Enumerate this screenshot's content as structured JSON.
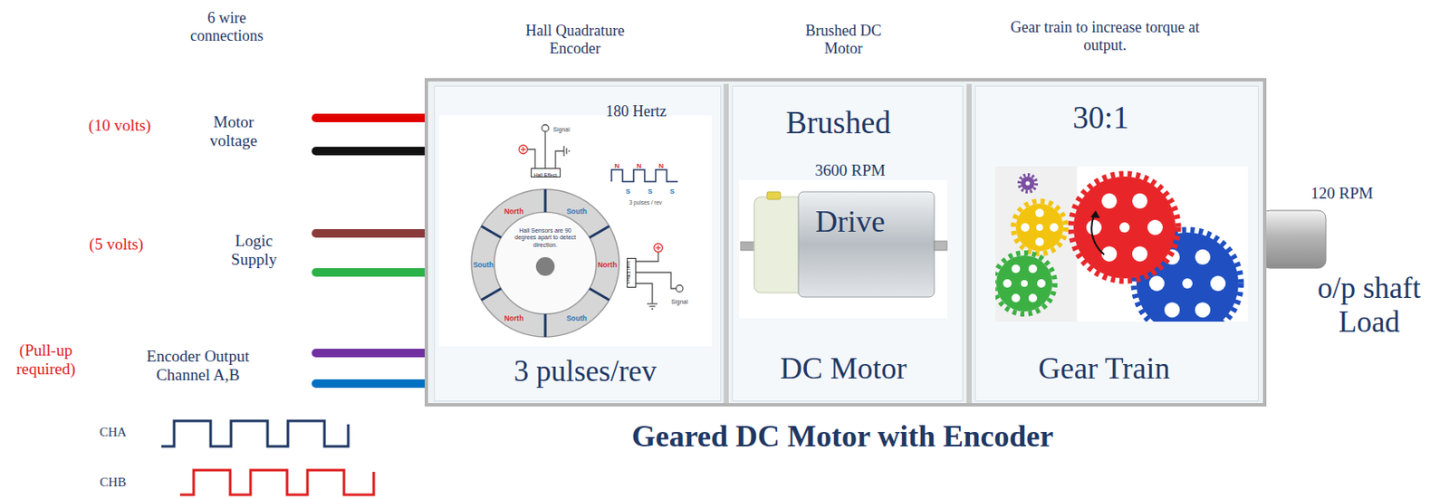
{
  "diagram": {
    "nodes": [
      {
        "text": [
          "Geared DC Motor with Encoder"
        ]
      },
      {
        "text": [
          "Hall Quadrature Encoder",
          "180 Hertz",
          "3 pulses/rev"
        ],
        "in": 0
      },
      {
        "text": [
          "Hall Effect"
        ],
        "in": 1
      },
      {
        "text": [
          "Hall Effect"
        ],
        "in": 1
      },
      {
        "text": [
          "Brushed DC Motor",
          "Brushed",
          "3600 RPM",
          "Drive",
          "DC Motor"
        ],
        "in": 0
      },
      {
        "text": [
          "Gear train to increase torque at output.",
          "30:1",
          "Gear Train"
        ],
        "in": 0
      }
    ],
    "labels": [
      "6 wire connections",
      "(10 volts)",
      "Motor voltage",
      "(5 volts)",
      "Logic Supply",
      "(Pull-up required)",
      "Encoder Output Channel A,B",
      "CHA",
      "CHB",
      "Signal",
      "Signal",
      "North",
      "South",
      "North",
      "South",
      "North",
      "South",
      "Hall Sensors are 90 degrees apart to detect direction.",
      "N",
      "N",
      "N",
      "S",
      "S",
      "S",
      "3 pulses / rev",
      "120 RPM",
      "o/p shaft Load"
    ]
  }
}
